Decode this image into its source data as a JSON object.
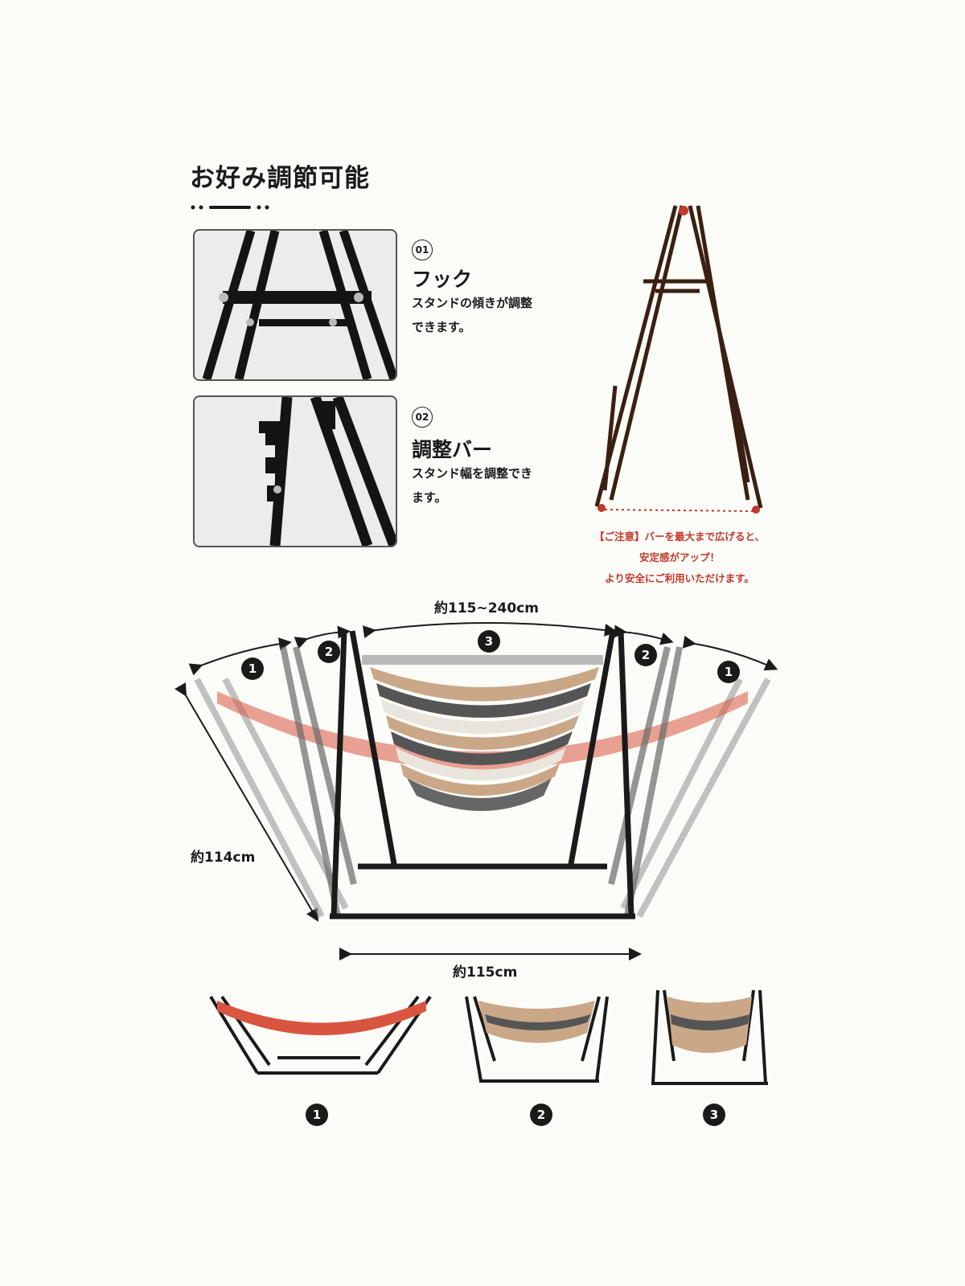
{
  "header": {
    "title": "お好み調節可能"
  },
  "features": [
    {
      "number": "01",
      "title": "フック",
      "desc_line1": "スタンドの傾きが調整",
      "desc_line2": "できます。"
    },
    {
      "number": "02",
      "title": "調整バー",
      "desc_line1": "スタンド幅を調整でき",
      "desc_line2": "ます。"
    }
  ],
  "notice": {
    "line1": "【ご注意】バーを最大まで広げると、",
    "line2": "安定感がアップ！",
    "line3": "より安全にご利用いただけます。"
  },
  "dimensions": {
    "top": "約115~240cm",
    "side": "約114cm",
    "bottom": "約115cm"
  },
  "positions": [
    "1",
    "2",
    "3"
  ],
  "colors": {
    "accent_red": "#c0392b",
    "frame_black": "#1a1a1a",
    "stand_brown": "#3a1f12",
    "hammock_red": "#d8553f",
    "hammock_beige": "#c9a787"
  }
}
